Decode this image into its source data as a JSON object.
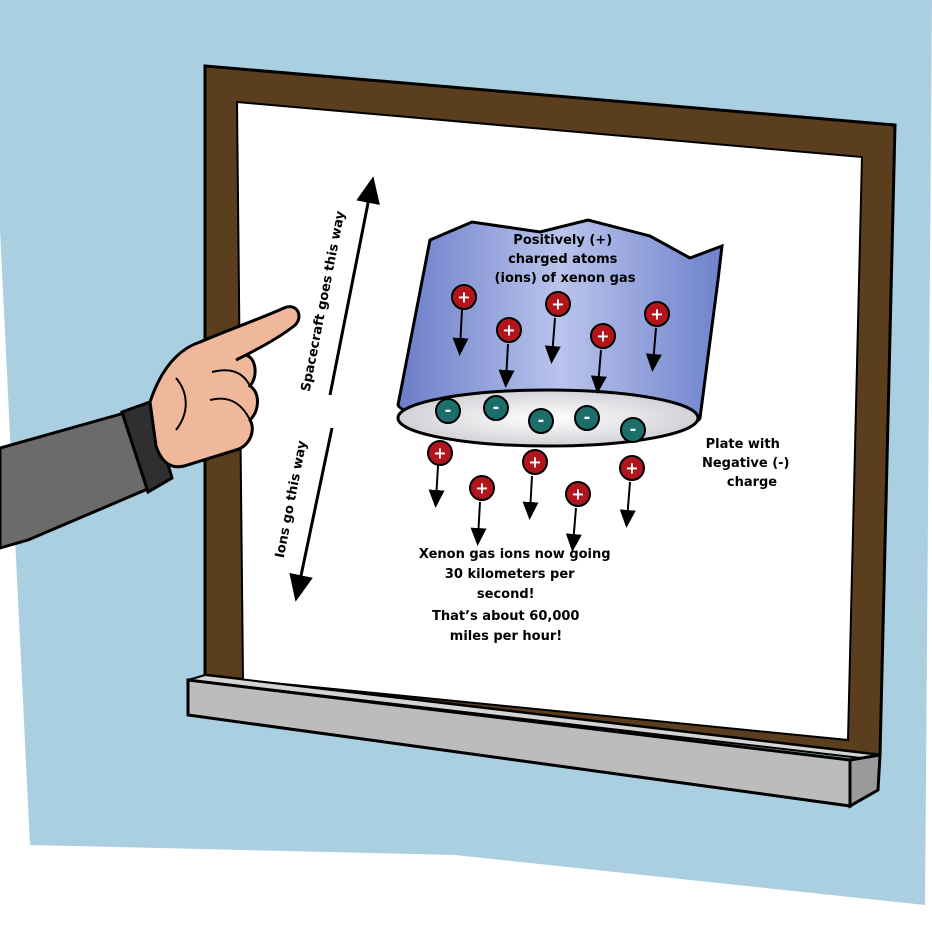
{
  "diagram": {
    "chamber_label": [
      "Positively (+)",
      "charged atoms",
      "(ions) of xenon gas"
    ],
    "plate_label": [
      "Plate with",
      "Negative (-)",
      "charge"
    ],
    "exhaust_label": [
      "Xenon gas ions now going",
      "30 kilometers per",
      "second!",
      "That’s about 60,000",
      "miles per hour!"
    ],
    "up_arrow_label": "Spacecraft goes this way",
    "down_arrow_label": "Ions go this way",
    "positive_sign": "+",
    "negative_sign": "-"
  },
  "colors": {
    "background": "#a9cfe0",
    "frame": "#5b3e1e",
    "board": "#ffffff",
    "ledge": "#bdbdbd",
    "chamber": "#8a9ad8",
    "positive_ion": "#b3151c",
    "negative_ion": "#1c6e6a",
    "skin": "#f0b89a",
    "sleeve": "#6b6b6b"
  }
}
